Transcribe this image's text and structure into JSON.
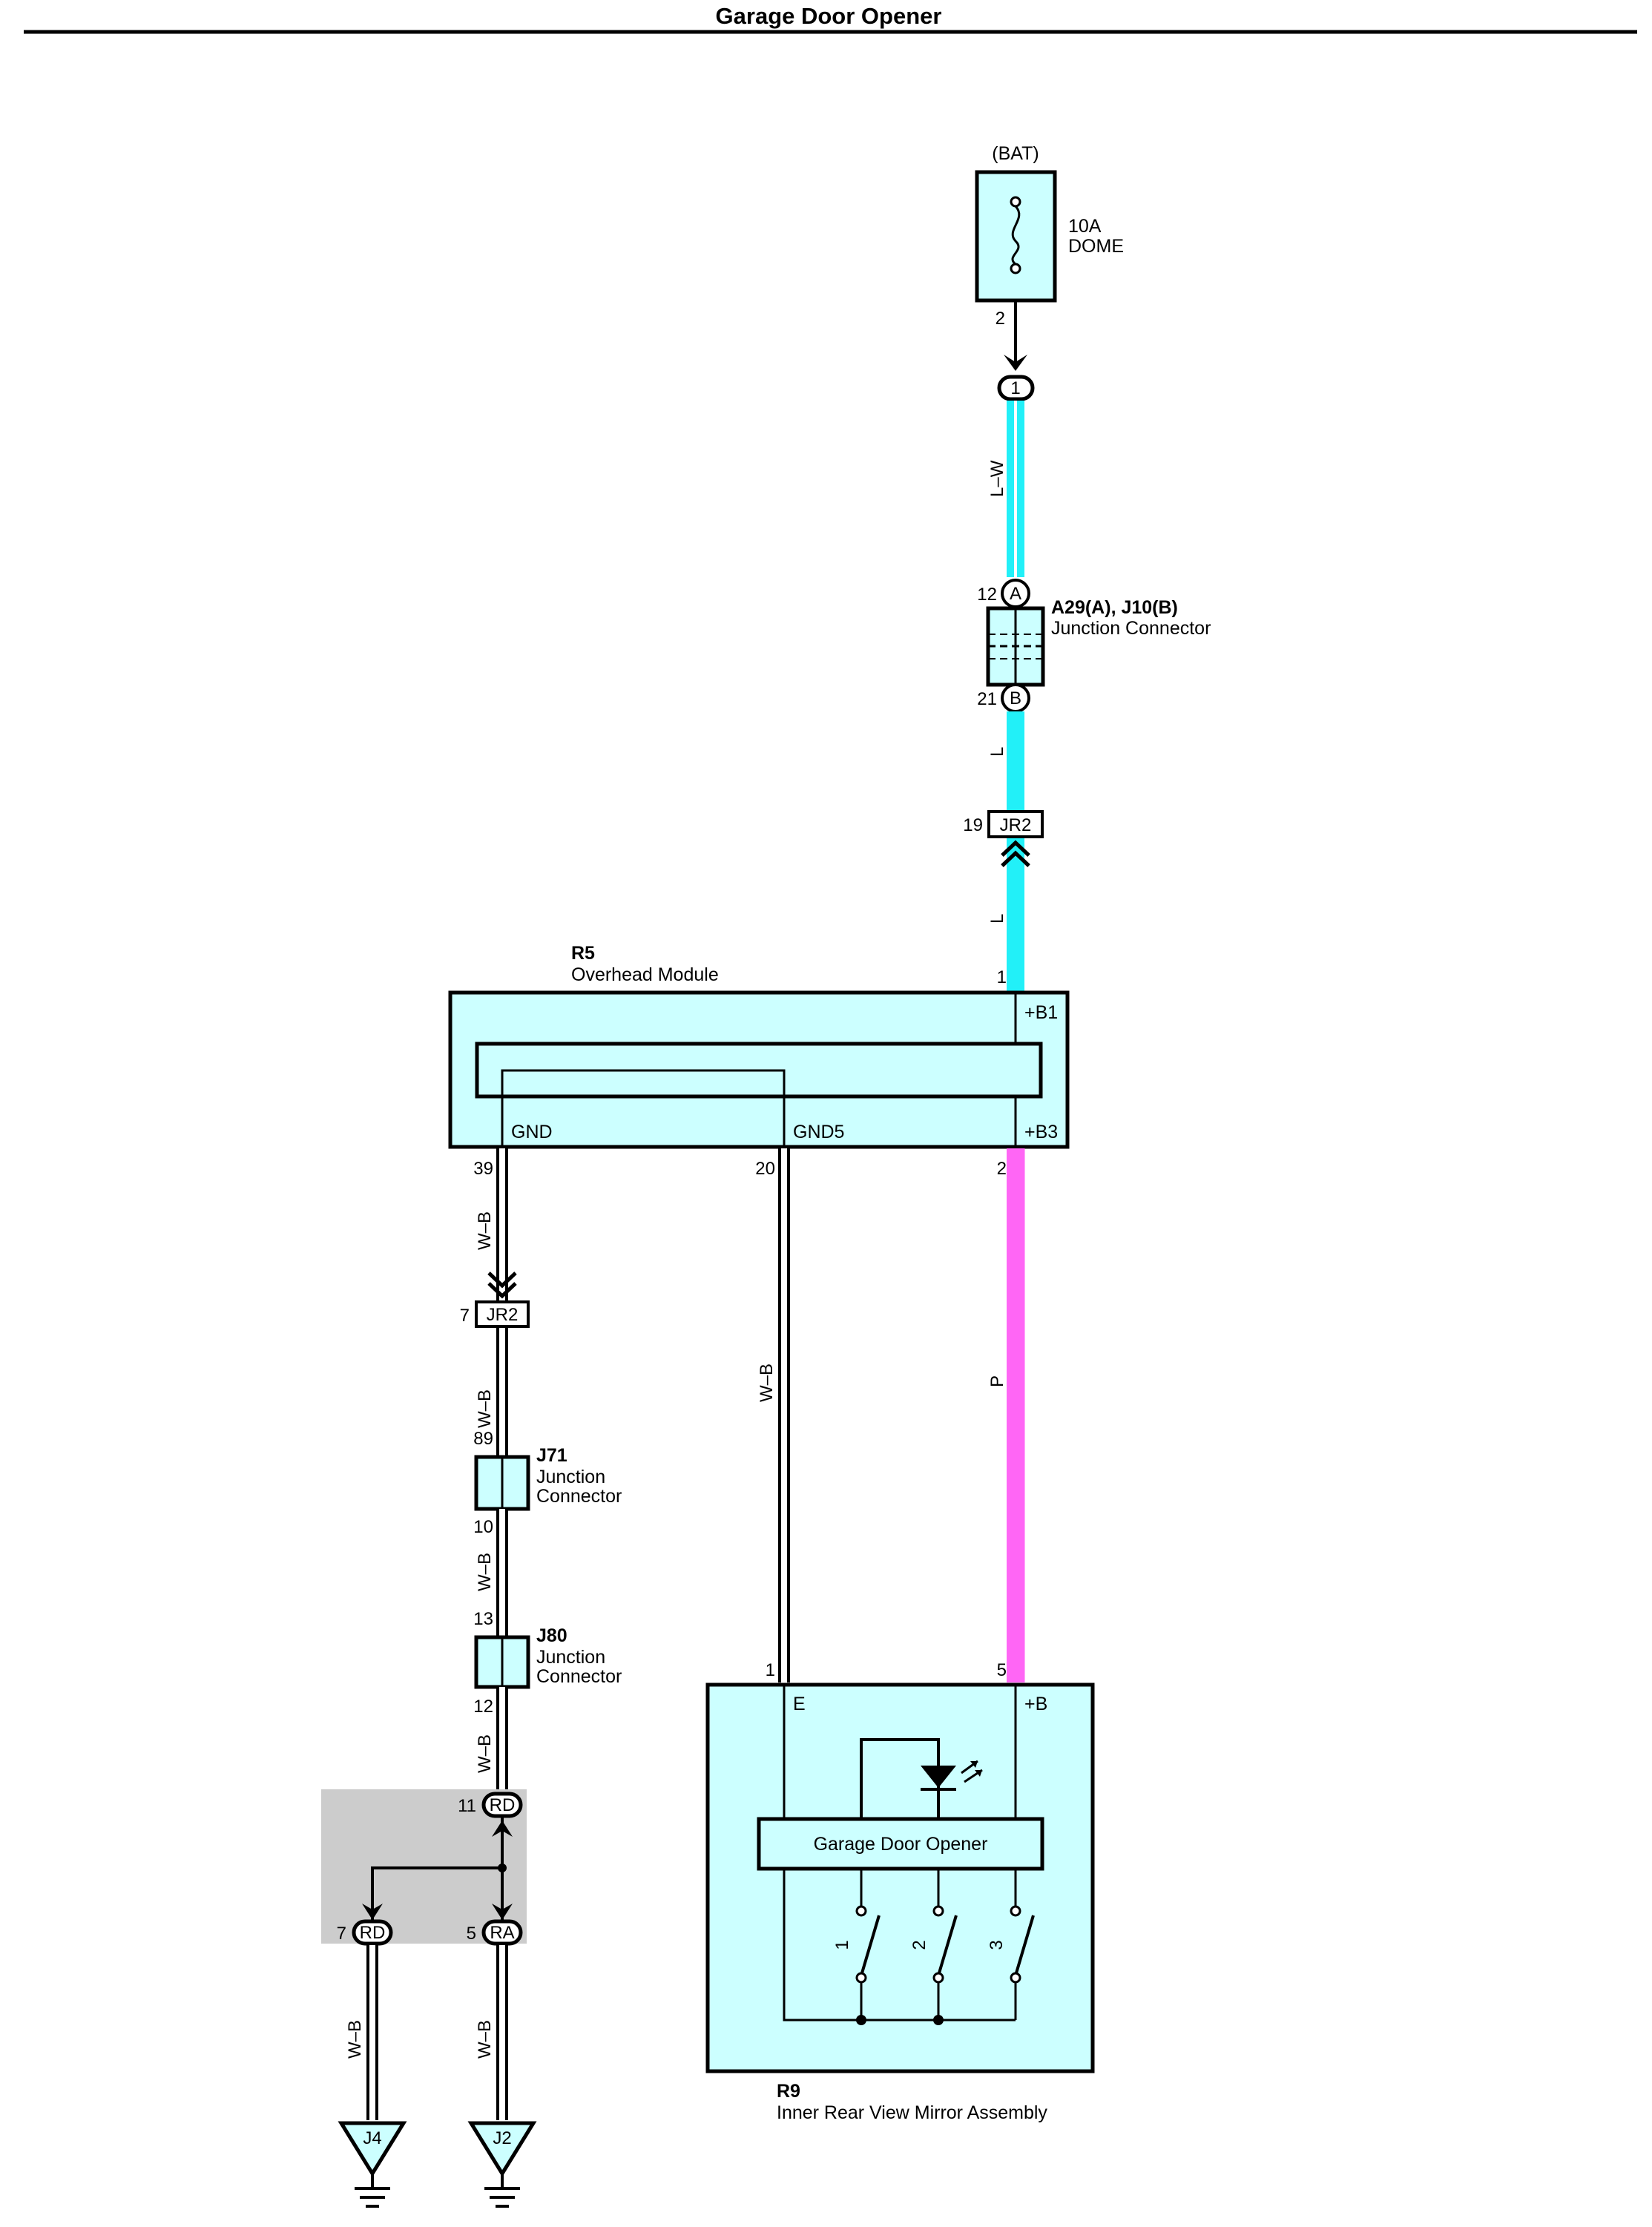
{
  "title": "Garage Door Opener",
  "colors": {
    "component_fill": "#ccffff",
    "wire_L": "#22f0f8",
    "wire_P": "#ff66f5",
    "shaded_area": "#cccccc",
    "outline": "#000000"
  },
  "fuse": {
    "source": "(BAT)",
    "rating": "10A",
    "name": "DOME",
    "pin": "2",
    "icon": "fuse-icon"
  },
  "connector_1": {
    "label": "1"
  },
  "wires": {
    "l_w": "L–W",
    "l_upper": "L",
    "l_lower": "L",
    "wb_gnd_top": "W–B",
    "wb_gnd_mid": "W–B",
    "wb_gnd_lower": "W–B",
    "wb_gnd_bottom": "W–B",
    "wb_gnd5": "W–B",
    "p": "P",
    "wb_j4": "W–B",
    "wb_j2": "W–B"
  },
  "junction_a29": {
    "id": "A29(A), J10(B)",
    "name": "Junction Connector",
    "pin_top": "12",
    "pin_bottom": "21",
    "tag_top": "A",
    "tag_bottom": "B"
  },
  "jr2_top": {
    "label": "JR2",
    "pin": "19"
  },
  "r5": {
    "id": "R5",
    "name": "Overhead Module",
    "pin_b1": "1",
    "b1": "+B1",
    "b3": "+B3",
    "gnd": "GND",
    "gnd5": "GND5",
    "pin_gnd": "39",
    "pin_gnd5": "20",
    "pin_b3": "2"
  },
  "jr2_gnd": {
    "label": "JR2",
    "pin": "7"
  },
  "j71": {
    "id": "J71",
    "name_line1": "Junction",
    "name_line2": "Connector",
    "pin_top": "89",
    "pin_bottom": "10"
  },
  "j80": {
    "id": "J80",
    "name_line1": "Junction",
    "name_line2": "Connector",
    "pin_top": "13",
    "pin_bottom": "12"
  },
  "rd_top": {
    "label": "RD",
    "pin": "11"
  },
  "rd_left": {
    "label": "RD",
    "pin": "7"
  },
  "ra": {
    "label": "RA",
    "pin": "5"
  },
  "grounds": {
    "j4": "J4",
    "j2": "J2",
    "icon": "ground-icon"
  },
  "r9": {
    "id": "R9",
    "name": "Inner Rear View Mirror Assembly",
    "pin_e": "1",
    "pin_b": "5",
    "e": "E",
    "b": "+B",
    "inner": "Garage Door Opener",
    "switches": [
      "1",
      "2",
      "3"
    ],
    "led_icon": "led-icon",
    "switch_icon": "switch-icon"
  }
}
